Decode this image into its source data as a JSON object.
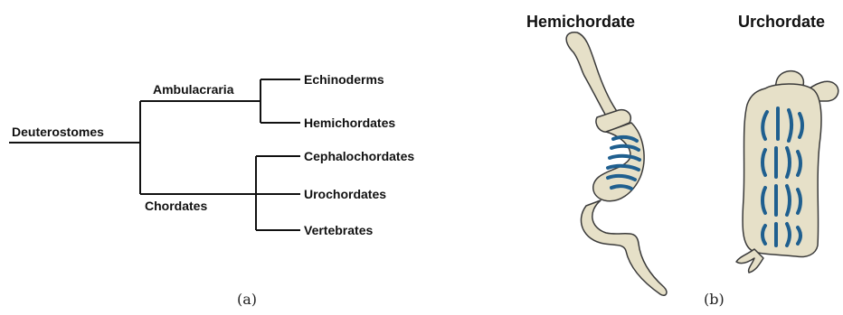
{
  "panel_a": {
    "letter": "(a)",
    "tree": {
      "root": "Deuterostomes",
      "clades": [
        {
          "name": "Ambulacraria",
          "children": [
            "Echinoderms",
            "Hemichordates"
          ]
        },
        {
          "name": "Chordates",
          "children": [
            "Cephalochordates",
            "Urochordates",
            "Vertebrates"
          ]
        }
      ]
    }
  },
  "panel_b": {
    "letter": "(b)",
    "organisms": [
      {
        "title": "Hemichordate"
      },
      {
        "title": "Urchordate"
      }
    ]
  },
  "colors": {
    "body_fill": "#e6e0c8",
    "body_stroke": "#3a3a3a",
    "gill_slits": "#1f5f8f"
  }
}
